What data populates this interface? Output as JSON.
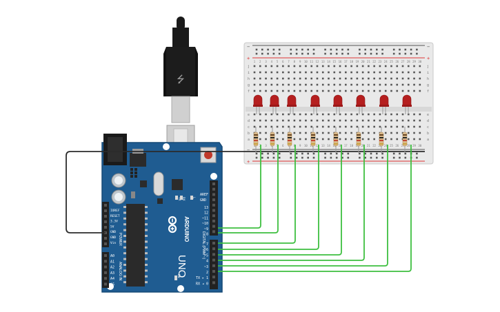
{
  "colors": {
    "board": "#1f5c91",
    "board_edge": "#174a77",
    "wire_green": "#3dbf3f",
    "wire_black": "#2b2b2b",
    "led": "#b51f1f",
    "breadboard": "#e7e7e7",
    "rail_red": "#d33",
    "rail_blue": "#555"
  },
  "board": {
    "brand": "ARDUINO",
    "model": "UNO",
    "aref": "AREF",
    "gnd": "GND",
    "digital_label": "DIGITAL (PWM ~)",
    "pins_top": [
      "13",
      "12",
      "~11",
      "~10",
      "~9",
      "8"
    ],
    "pins_bottom": [
      "7",
      "~6",
      "~5",
      "4",
      "~3",
      "2",
      "TX ▸ 1",
      "RX ◂ 0"
    ],
    "power_label": "POWER",
    "power_pins": [
      "IOREF",
      "RESET",
      "3.3V",
      "5V",
      "GND",
      "GND",
      "Vin"
    ],
    "analog_label": "ANALOG IN",
    "analog_pins": [
      "A0",
      "A1",
      "A2",
      "A3",
      "A4",
      "A5"
    ],
    "tx_led": "TX",
    "rx_led": "RX",
    "l_led": "L",
    "on_led": "ON"
  },
  "breadboard": {
    "columns": [
      "1",
      "2",
      "3",
      "4",
      "5",
      "6",
      "7",
      "8",
      "9",
      "10",
      "11",
      "12",
      "13",
      "14",
      "15",
      "16",
      "17",
      "18",
      "19",
      "20",
      "21",
      "22",
      "23",
      "24",
      "25",
      "26",
      "27",
      "28",
      "29",
      "30"
    ],
    "rows_top": [
      "j",
      "i",
      "h",
      "g",
      "f"
    ],
    "rows_bottom": [
      "e",
      "d",
      "c",
      "b",
      "a"
    ],
    "rail_plus": "+",
    "rail_minus": "−"
  },
  "circuit": {
    "led_count": 8,
    "resistor_count": 8,
    "wired_pins": [
      "9",
      "8",
      "7",
      "6",
      "5",
      "4",
      "3",
      "2"
    ]
  }
}
